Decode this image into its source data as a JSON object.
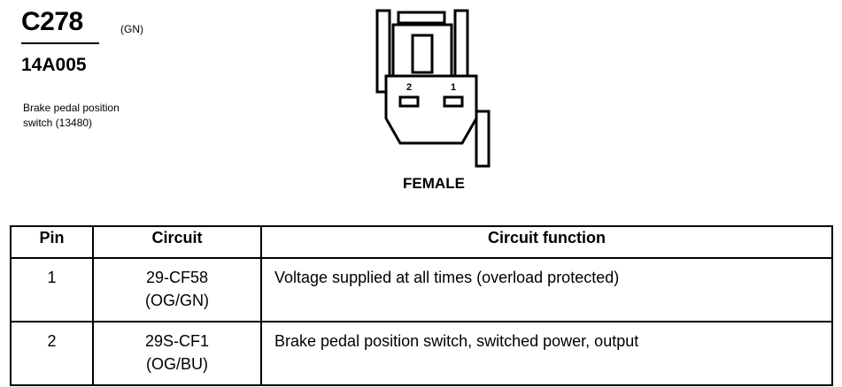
{
  "header": {
    "connector_id": "C278",
    "connector_color": "(GN)",
    "part_number": "14A005",
    "component_name_line1": "Brake pedal position",
    "component_name_line2": "switch (13480)"
  },
  "diagram": {
    "pin_labels": [
      "2",
      "1"
    ],
    "face_label": "FEMALE"
  },
  "table": {
    "headers": [
      "Pin",
      "Circuit",
      "Circuit function"
    ],
    "rows": [
      {
        "pin": "1",
        "circuit_code": "29-CF58",
        "circuit_wire": "(OG/GN)",
        "function": "Voltage supplied at all times (overload protected)"
      },
      {
        "pin": "2",
        "circuit_code": "29S-CF1",
        "circuit_wire": "(OG/BU)",
        "function": "Brake pedal position switch, switched power, output"
      }
    ]
  }
}
